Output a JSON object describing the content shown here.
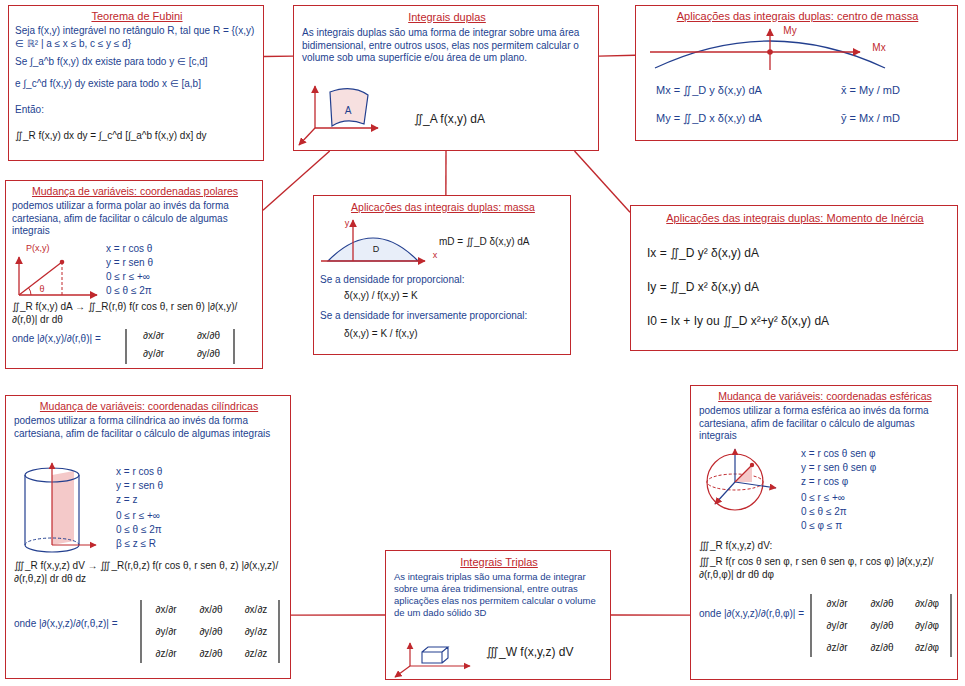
{
  "diagram": {
    "nodes": [
      {
        "text": [
          "Teorema de Fubini",
          "Seja f(x,y) integrável no retângulo R, tal que R = {(x,y) ∈ ℝ² | a ≤ x ≤ b, c ≤ y ≤ d}",
          "Se ∫_a^b f(x,y) dx existe para todo y ∈ [c,d]",
          "e ∫_c^d f(x,y) dy existe para todo x ∈ [a,b]",
          "Então:",
          "∬_R f(x,y) dx dy = ∫_c^d [∫_a^b f(x,y) dx] dy"
        ]
      },
      {
        "text": [
          "Integrais duplas",
          "As integrais duplas são uma forma de integrar sobre uma área bidimensional, entre outros usos, elas nos permitem calcular o volume sob uma superfície e/ou área de um plano.",
          "A",
          "∬_A f(x,y) dA"
        ]
      },
      {
        "text": [
          "Aplicações das integrais duplas: centro de massa",
          "My",
          "Mx",
          "Mx = ∬_D y δ(x,y) dA",
          "x̄ = My / mD",
          "My = ∬_D x δ(x,y) dA",
          "ȳ = Mx / mD"
        ]
      },
      {
        "text": [
          "Mudança de variáveis: coordenadas polares",
          "podemos utilizar a forma polar ao invés da forma cartesiana, afim de facilitar o cálculo de algumas integrais",
          "P(x,y)",
          "θ",
          "x = r cos θ",
          "y = r sen θ",
          "0 ≤ r ≤ +∞",
          "0 ≤ θ ≤ 2π",
          "∬_R f(x,y) dA → ∬_R(r,θ) f(r cos θ, r sen θ) |∂(x,y)/∂(r,θ)| dr dθ",
          "onde |∂(x,y)/∂(r,θ)| =",
          "∂x/∂r",
          "∂x/∂θ",
          "∂y/∂r",
          "∂y/∂θ"
        ]
      },
      {
        "text": [
          "Aplicações das integrais duplas: massa",
          "y",
          "x",
          "D",
          "mD = ∬_D δ(x,y) dA",
          "Se a densidade for proporcional:",
          "δ(x,y) / f(x,y) = K",
          "Se a densidade for inversamente proporcional:",
          "δ(x,y) = K / f(x,y)"
        ]
      },
      {
        "text": [
          "Aplicações das integrais duplas: Momento de Inércia",
          "Ix = ∬_D y² δ(x,y) dA",
          "Iy = ∬_D x² δ(x,y) dA",
          "I0 = Ix + Iy ou ∬_D x²+y² δ(x,y) dA"
        ]
      },
      {
        "text": [
          "Mudança de variáveis: coordenadas cilíndricas",
          "podemos utilizar a forma cilíndrica ao invés da forma cartesiana, afim de facilitar o cálculo de algumas integrais",
          "x = r cos θ",
          "y = r sen θ",
          "z = z",
          "0 ≤ r ≤ +∞",
          "0 ≤ θ ≤ 2π",
          "β ≤ z ≤ R",
          "∭_R f(x,y,z) dV → ∭_R(r,θ,z) f(r cos θ, r sen θ, z) |∂(x,y,z)/∂(r,θ,z)| dr dθ dz",
          "onde |∂(x,y,z)/∂(r,θ,z)| =",
          "∂x/∂r",
          "∂x/∂θ",
          "∂x/∂z",
          "∂y/∂r",
          "∂y/∂θ",
          "∂y/∂z",
          "∂z/∂r",
          "∂z/∂θ",
          "∂z/∂z"
        ]
      },
      {
        "text": [
          "Integrais Triplas",
          "As integrais triplas são uma forma de integrar sobre uma área tridimensional, entre outras aplicações elas nos permitem calcular o volume de um dado sólido 3D",
          "∭_W f(x,y,z) dV"
        ]
      },
      {
        "text": [
          "Mudança de variáveis: coordenadas esféricas",
          "podemos utilizar a forma esférica ao invés da forma cartesiana, afim de facilitar o cálculo de algumas integrais",
          "x = r cos θ sen φ",
          "y = r sen θ sen φ",
          "z = r cos φ",
          "0 ≤ r ≤ +∞",
          "0 ≤ θ ≤ 2π",
          "0 ≤ φ ≤ π",
          "∭_R f(x,y,z) dV:",
          "∭_R f(r cos θ sen φ, r sen θ sen φ, r cos φ) |∂(x,y,z)/∂(r,θ,φ)| dr dθ dφ",
          "onde |∂(x,y,z)/∂(r,θ,φ)| =",
          "∂x/∂r",
          "∂x/∂θ",
          "∂x/∂φ",
          "∂y/∂r",
          "∂y/∂θ",
          "∂y/∂φ",
          "∂z/∂r",
          "∂z/∂θ",
          "∂z/∂φ"
        ]
      }
    ],
    "edges": [
      {
        "from": 1,
        "to": 0,
        "arrow": "none"
      },
      {
        "from": 1,
        "to": 2,
        "arrow": "none"
      },
      {
        "from": 1,
        "to": 3,
        "arrow": "none"
      },
      {
        "from": 1,
        "to": 4,
        "arrow": "none"
      },
      {
        "from": 1,
        "to": 5,
        "arrow": "none"
      },
      {
        "from": 7,
        "to": 6,
        "arrow": "none"
      },
      {
        "from": 7,
        "to": 8,
        "arrow": "none"
      }
    ]
  }
}
